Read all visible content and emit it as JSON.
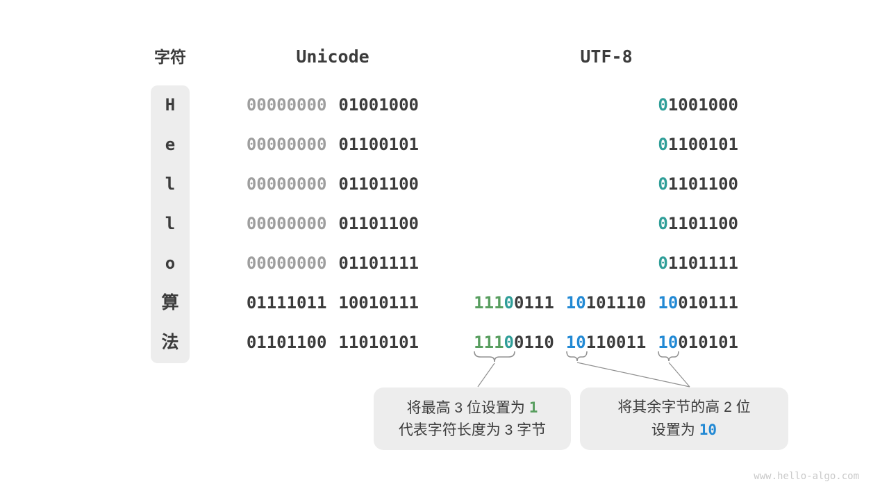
{
  "palette": {
    "dark": "#3c3c3c",
    "gray": "#9e9e9e",
    "green": "#589e5f",
    "teal": "#2f9e98",
    "blue": "#2289d4",
    "line": "#909090",
    "boxbg": "#ededed",
    "wm": "#c9c9c9"
  },
  "header": {
    "char": "字符",
    "unicode": "Unicode",
    "utf8": "UTF-8"
  },
  "table": {
    "rows": [
      {
        "char": "H",
        "cjk": false,
        "unicode": [
          [
            {
              "t": "00000000",
              "c": "gray"
            }
          ],
          [
            {
              "t": "01001000",
              "c": "dark"
            }
          ]
        ],
        "utf8": [
          [
            {
              "t": "0",
              "c": "teal"
            },
            {
              "t": "1001000",
              "c": "dark"
            }
          ]
        ]
      },
      {
        "char": "e",
        "cjk": false,
        "unicode": [
          [
            {
              "t": "00000000",
              "c": "gray"
            }
          ],
          [
            {
              "t": "01100101",
              "c": "dark"
            }
          ]
        ],
        "utf8": [
          [
            {
              "t": "0",
              "c": "teal"
            },
            {
              "t": "1100101",
              "c": "dark"
            }
          ]
        ]
      },
      {
        "char": "l",
        "cjk": false,
        "unicode": [
          [
            {
              "t": "00000000",
              "c": "gray"
            }
          ],
          [
            {
              "t": "01101100",
              "c": "dark"
            }
          ]
        ],
        "utf8": [
          [
            {
              "t": "0",
              "c": "teal"
            },
            {
              "t": "1101100",
              "c": "dark"
            }
          ]
        ]
      },
      {
        "char": "l",
        "cjk": false,
        "unicode": [
          [
            {
              "t": "00000000",
              "c": "gray"
            }
          ],
          [
            {
              "t": "01101100",
              "c": "dark"
            }
          ]
        ],
        "utf8": [
          [
            {
              "t": "0",
              "c": "teal"
            },
            {
              "t": "1101100",
              "c": "dark"
            }
          ]
        ]
      },
      {
        "char": "o",
        "cjk": false,
        "unicode": [
          [
            {
              "t": "00000000",
              "c": "gray"
            }
          ],
          [
            {
              "t": "01101111",
              "c": "dark"
            }
          ]
        ],
        "utf8": [
          [
            {
              "t": "0",
              "c": "teal"
            },
            {
              "t": "1101111",
              "c": "dark"
            }
          ]
        ]
      },
      {
        "char": "算",
        "cjk": true,
        "unicode": [
          [
            {
              "t": "01111011",
              "c": "dark"
            }
          ],
          [
            {
              "t": "10010111",
              "c": "dark"
            }
          ]
        ],
        "utf8": [
          [
            {
              "t": "111",
              "c": "green"
            },
            {
              "t": "0",
              "c": "teal"
            },
            {
              "t": "0111",
              "c": "dark"
            }
          ],
          [
            {
              "t": "10",
              "c": "blue"
            },
            {
              "t": "101110",
              "c": "dark"
            }
          ],
          [
            {
              "t": "10",
              "c": "blue"
            },
            {
              "t": "010111",
              "c": "dark"
            }
          ]
        ]
      },
      {
        "char": "法",
        "cjk": true,
        "unicode": [
          [
            {
              "t": "01101100",
              "c": "dark"
            }
          ],
          [
            {
              "t": "11010101",
              "c": "dark"
            }
          ]
        ],
        "utf8": [
          [
            {
              "t": "111",
              "c": "green"
            },
            {
              "t": "0",
              "c": "teal"
            },
            {
              "t": "0110",
              "c": "dark"
            }
          ],
          [
            {
              "t": "10",
              "c": "blue"
            },
            {
              "t": "110011",
              "c": "dark"
            }
          ],
          [
            {
              "t": "10",
              "c": "blue"
            },
            {
              "t": "010101",
              "c": "dark"
            }
          ]
        ]
      }
    ]
  },
  "annotations": {
    "left": {
      "line1_prefix": "将最高 3 位设置为 ",
      "line1_value": "1",
      "line2": "代表字符长度为 3 字节"
    },
    "right": {
      "line1": "将其余字节的高 2 位",
      "line2_prefix": "设置为 ",
      "line2_value": "10"
    }
  },
  "watermark": "www.hello-algo.com"
}
